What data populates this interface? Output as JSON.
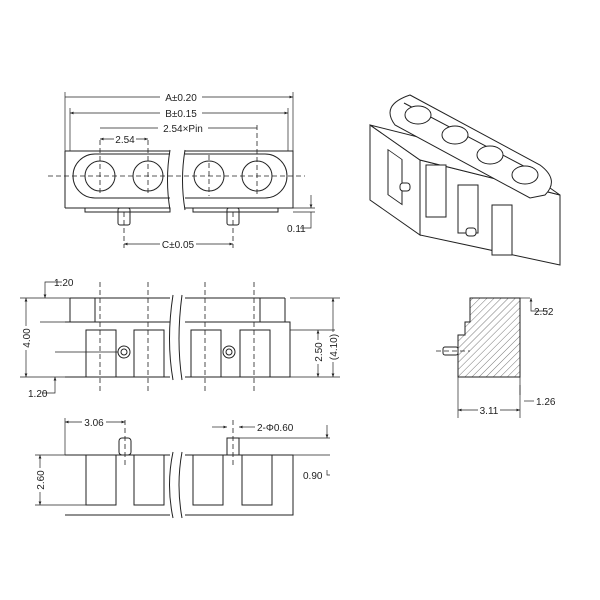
{
  "top_view": {
    "dim_a": "A±0.20",
    "dim_b": "B±0.15",
    "dim_pitch_total": "2.54×Pin",
    "dim_pitch": "2.54",
    "dim_offset": "0.11",
    "dim_c": "C±0.05"
  },
  "front_view": {
    "dim_top": "1.20",
    "dim_height": "4.00",
    "dim_bottom": "1.20",
    "dim_mid": "2.50",
    "dim_ref": "(4.10)"
  },
  "bottom_view": {
    "dim_pin_offset": "3.06",
    "dim_pin_dia": "2-Φ0.60",
    "dim_height": "2.60",
    "dim_pin_len": "0.90"
  },
  "section_view": {
    "dim_a": "2.52",
    "dim_b": "3.11",
    "dim_c": "1.26"
  }
}
